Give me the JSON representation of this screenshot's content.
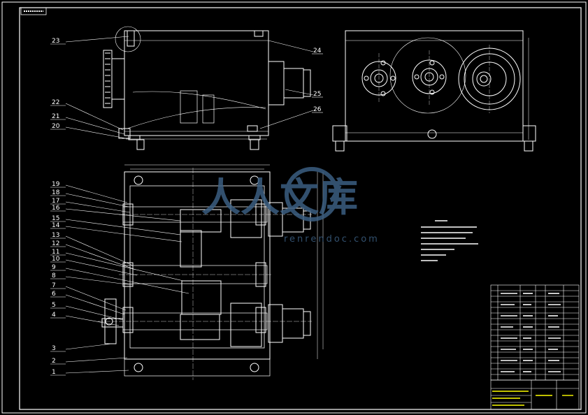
{
  "drawing": {
    "title_tag": "",
    "background": "#000000",
    "line_color": "#ffffff",
    "accent_color": "#ffff00",
    "balloons_left": [
      "23",
      "22",
      "21",
      "20",
      "19",
      "18",
      "17",
      "16",
      "15",
      "14",
      "13",
      "12",
      "11",
      "10",
      "9",
      "8",
      "7",
      "6",
      "5",
      "4",
      "3",
      "2",
      "1"
    ],
    "balloons_right": [
      "24",
      "25",
      "26"
    ],
    "watermark": {
      "text": "人人文库",
      "url": "renrendoc.com",
      "color": "#3b5f82"
    }
  }
}
